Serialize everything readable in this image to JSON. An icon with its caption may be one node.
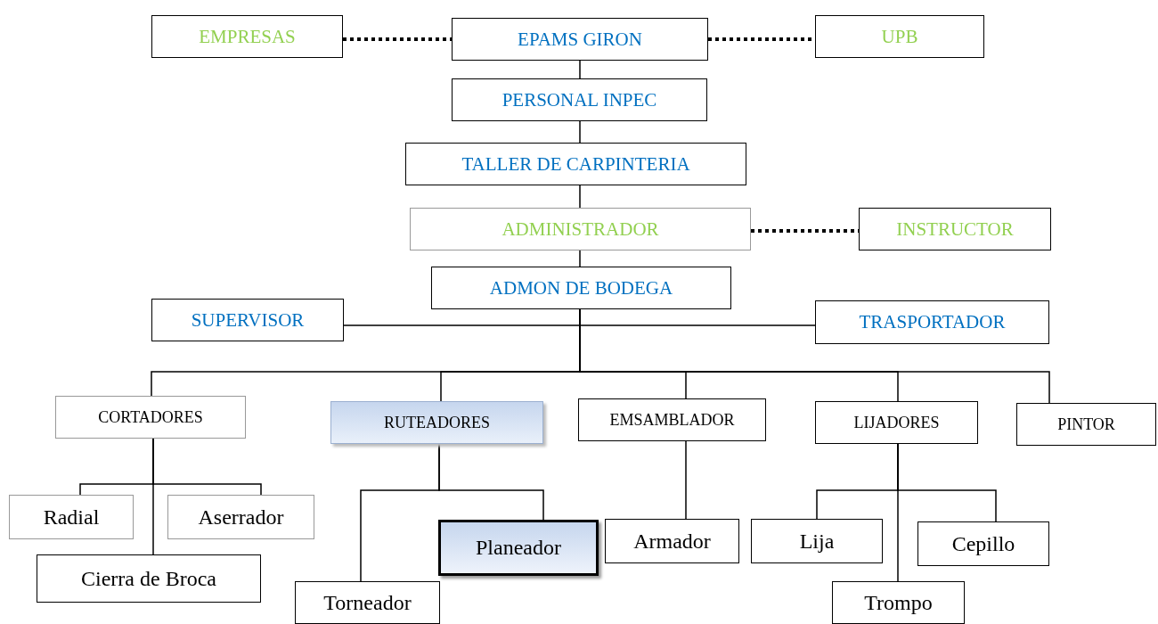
{
  "diagram": {
    "nodes": [
      {
        "text": [
          "EMPRESAS"
        ]
      },
      {
        "text": [
          "EPAMS GIRON"
        ]
      },
      {
        "text": [
          "UPB"
        ]
      },
      {
        "text": [
          "PERSONAL INPEC"
        ]
      },
      {
        "text": [
          "TALLER DE CARPINTERIA"
        ]
      },
      {
        "text": [
          "ADMINISTRADOR"
        ]
      },
      {
        "text": [
          "INSTRUCTOR"
        ]
      },
      {
        "text": [
          "ADMON DE BODEGA"
        ]
      },
      {
        "text": [
          "SUPERVISOR"
        ]
      },
      {
        "text": [
          "TRASPORTADOR"
        ]
      },
      {
        "text": [
          "CORTADORES"
        ]
      },
      {
        "text": [
          "RUTEADORES"
        ]
      },
      {
        "text": [
          "EMSAMBLADOR"
        ]
      },
      {
        "text": [
          "LIJADORES"
        ]
      },
      {
        "text": [
          "PINTOR"
        ]
      },
      {
        "text": [
          "Radial"
        ]
      },
      {
        "text": [
          "Aserrador"
        ]
      },
      {
        "text": [
          "Cierra de Broca"
        ]
      },
      {
        "text": [
          "Torneador"
        ]
      },
      {
        "text": [
          "Planeador"
        ]
      },
      {
        "text": [
          "Armador"
        ]
      },
      {
        "text": [
          "Lija"
        ]
      },
      {
        "text": [
          "Cepillo"
        ]
      },
      {
        "text": [
          "Trompo"
        ]
      }
    ],
    "edges": [
      {
        "from": 0,
        "to": 1,
        "arrow": "none",
        "style": "dashed"
      },
      {
        "from": 1,
        "to": 2,
        "arrow": "none",
        "style": "dashed"
      },
      {
        "from": 1,
        "to": 3,
        "arrow": "none"
      },
      {
        "from": 3,
        "to": 4,
        "arrow": "none"
      },
      {
        "from": 4,
        "to": 5,
        "arrow": "none"
      },
      {
        "from": 5,
        "to": 6,
        "arrow": "none",
        "style": "dashed"
      },
      {
        "from": 5,
        "to": 7,
        "arrow": "none"
      },
      {
        "from": 7,
        "to": 8,
        "arrow": "none"
      },
      {
        "from": 7,
        "to": 9,
        "arrow": "none"
      },
      {
        "from": 7,
        "to": 10,
        "arrow": "none"
      },
      {
        "from": 7,
        "to": 11,
        "arrow": "none"
      },
      {
        "from": 7,
        "to": 12,
        "arrow": "none"
      },
      {
        "from": 7,
        "to": 13,
        "arrow": "none"
      },
      {
        "from": 7,
        "to": 14,
        "arrow": "none"
      },
      {
        "from": 10,
        "to": 15,
        "arrow": "none"
      },
      {
        "from": 10,
        "to": 16,
        "arrow": "none"
      },
      {
        "from": 10,
        "to": 17,
        "arrow": "none"
      },
      {
        "from": 11,
        "to": 18,
        "arrow": "none"
      },
      {
        "from": 11,
        "to": 19,
        "arrow": "none"
      },
      {
        "from": 12,
        "to": 20,
        "arrow": "none"
      },
      {
        "from": 13,
        "to": 21,
        "arrow": "none"
      },
      {
        "from": 13,
        "to": 22,
        "arrow": "none"
      },
      {
        "from": 13,
        "to": 23,
        "arrow": "none"
      }
    ]
  }
}
